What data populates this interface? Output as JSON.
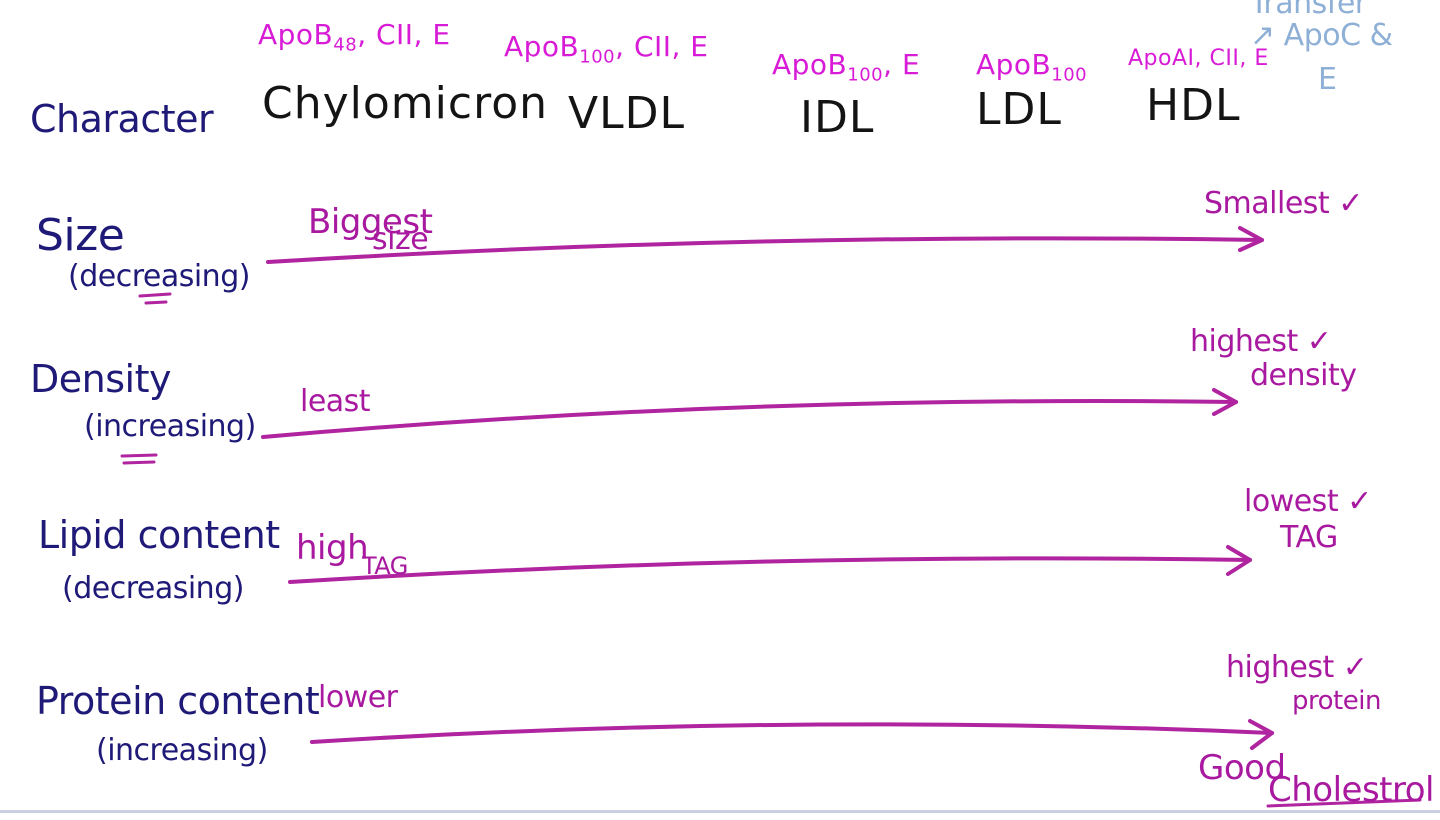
{
  "character_label": "Character",
  "lipoproteins": [
    {
      "name": "Chylomicron",
      "apo": "ApoB",
      "apo_sub": "48",
      "apo_rest": ", CII, E"
    },
    {
      "name": "VLDL",
      "apo": "ApoB",
      "apo_sub": "100",
      "apo_rest": ", CII, E"
    },
    {
      "name": "IDL",
      "apo": "ApoB",
      "apo_sub": "100",
      "apo_rest": ", E"
    },
    {
      "name": "LDL",
      "apo": "ApoB",
      "apo_sub": "100",
      "apo_rest": ""
    },
    {
      "name": "HDL",
      "apo": "ApoAI, CII, E",
      "apo_sub": "",
      "apo_rest": ""
    }
  ],
  "side_note": {
    "line1": "Transfer",
    "line2": "↗ ApoC &",
    "line3": "E"
  },
  "rows": [
    {
      "label": "Size",
      "trend": "(decreasing)",
      "start": "Biggest",
      "start2": "size",
      "end": "Smallest ✓",
      "end2": ""
    },
    {
      "label": "Density",
      "trend": "(increasing)",
      "start": "least",
      "start2": "",
      "end": "highest ✓",
      "end2": "density"
    },
    {
      "label": "Lipid content",
      "trend": "(decreasing)",
      "start": "high",
      "start2": "TAG",
      "end": "lowest ✓",
      "end2": "TAG"
    },
    {
      "label": "Protein content",
      "trend": "(increasing)",
      "start": "lower",
      "start2": "",
      "end": "highest ✓",
      "end2": "protein"
    }
  ],
  "footer_note": {
    "line1": "Good",
    "line2": "Cholestrol"
  },
  "colors": {
    "navy": "#1f1a78",
    "magenta": "#d81bd6",
    "arrow": "#b0249f",
    "note_blue": "#8fb0d6"
  }
}
